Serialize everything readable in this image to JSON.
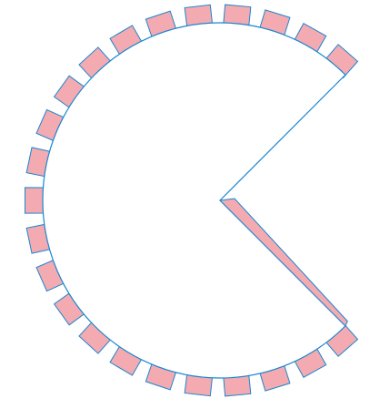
{
  "diagram": {
    "shape": "pac-man circle with rectangular teeth along the arc",
    "colors": {
      "background": "#ffffff",
      "outline": "#1a86d0",
      "tooth_fill": "#f4aab1",
      "body_fill": "#ffffff"
    },
    "tooth_count": 23,
    "mouth_opening_deg": 90
  }
}
